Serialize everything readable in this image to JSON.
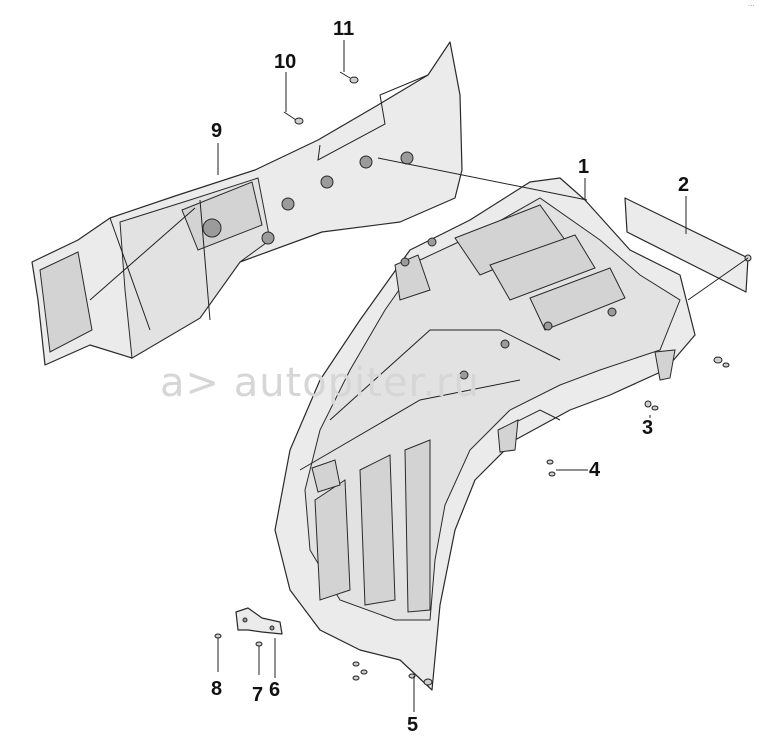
{
  "watermark": {
    "text": "a> autopiter.ru"
  },
  "corner_mark": "···",
  "callouts": [
    {
      "id": "1",
      "label": "1"
    },
    {
      "id": "2",
      "label": "2"
    },
    {
      "id": "3",
      "label": "3"
    },
    {
      "id": "4",
      "label": "4"
    },
    {
      "id": "5",
      "label": "5"
    },
    {
      "id": "6",
      "label": "6"
    },
    {
      "id": "7",
      "label": "7"
    },
    {
      "id": "8",
      "label": "8"
    },
    {
      "id": "9",
      "label": "9"
    },
    {
      "id": "10",
      "label": "10"
    },
    {
      "id": "11",
      "label": "11"
    }
  ],
  "colors": {
    "line": "#2a2a2a",
    "part_fill": "#ebebeb",
    "watermark": "#d6d6d6"
  }
}
